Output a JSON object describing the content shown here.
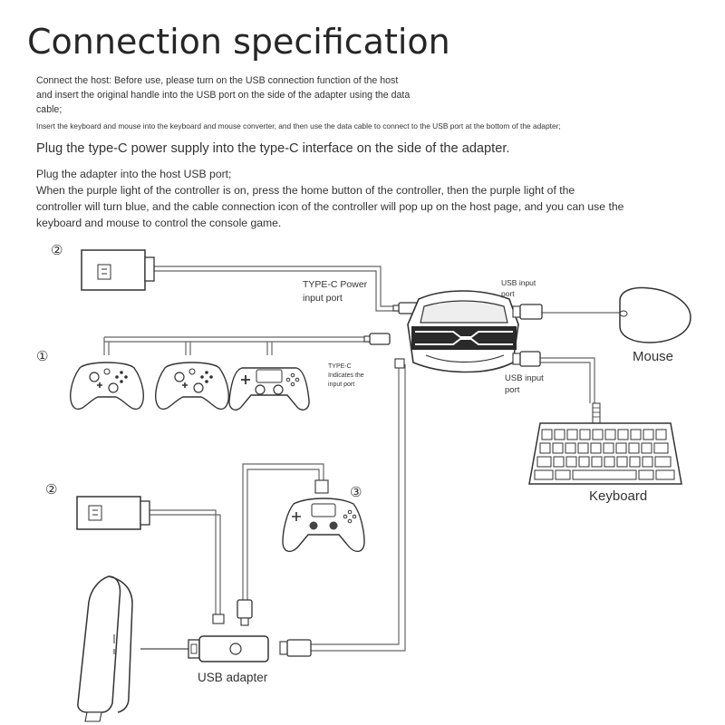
{
  "title": "Connection specification",
  "paragraphs": {
    "line1a": "Connect the        host: Before use, please turn on the USB connection function of the         host",
    "line1b": "and insert the original          handle into the USB port on the side of the adapter using the data",
    "line1c": "cable;",
    "line2": "Insert the keyboard and mouse into the keyboard and mouse converter, and then use the data cable to connect to the USB port at the bottom of the adapter;",
    "line3": "Plug the type-C power supply into the type-C interface on the side of the adapter.",
    "line4": "Plug the adapter into the          host USB port;",
    "line5a": "When the purple light of the           controller is on, press the home button of the controller, then the purple light of the",
    "line5b": "controller will turn blue, and the cable connection icon of the controller will pop up on the host page, and you can use the",
    "line5c": "keyboard and mouse to control the console game."
  },
  "labels": {
    "step2_top": "②",
    "step1": "①",
    "step2_bottom": "②",
    "step3": "③",
    "typec_power_1": "TYPE-C Power",
    "typec_power_2": "input port",
    "usb_input_top_1": "USB input",
    "usb_input_top_2": "port",
    "usb_input_bottom_1": "USB input",
    "usb_input_bottom_2": "port",
    "typec_ind_1": "TYPE-C",
    "typec_ind_2": "Indicates the",
    "typec_ind_3": "input port",
    "mouse": "Mouse",
    "keyboard": "Keyboard",
    "usb_adapter": "USB adapter"
  }
}
